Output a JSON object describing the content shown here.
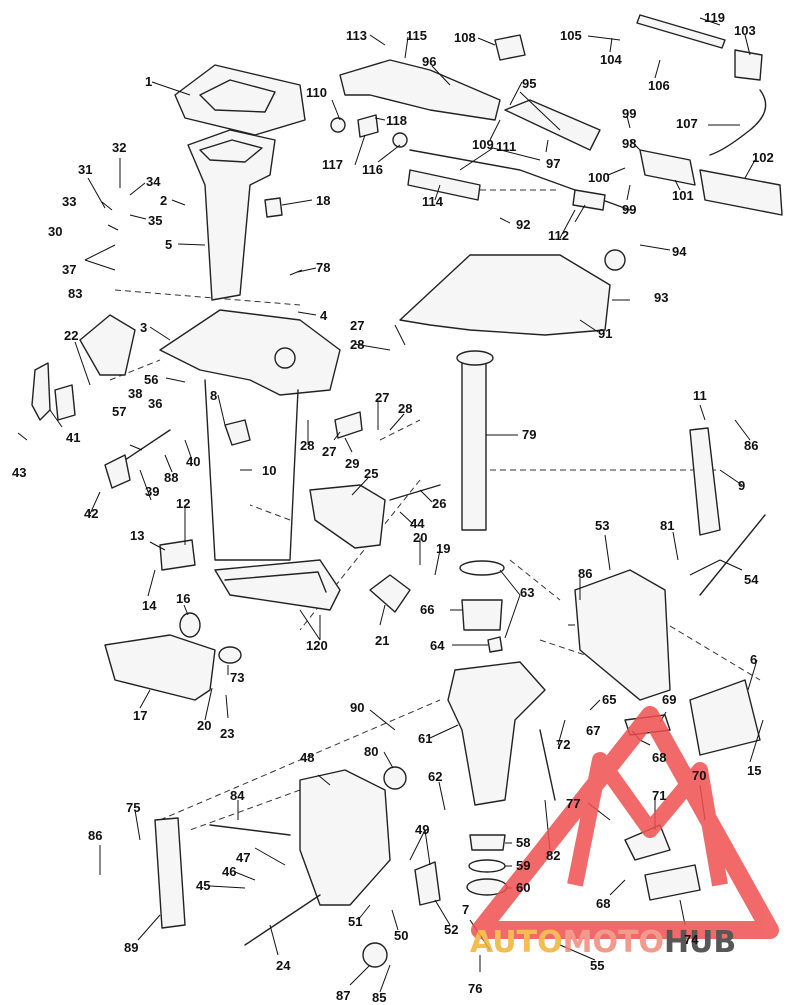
{
  "callouts": [
    {
      "id": "1"
    },
    {
      "id": "2"
    },
    {
      "id": "3"
    },
    {
      "id": "4"
    },
    {
      "id": "5"
    },
    {
      "id": "6"
    },
    {
      "id": "7"
    },
    {
      "id": "8"
    },
    {
      "id": "9"
    },
    {
      "id": "10"
    },
    {
      "id": "11"
    },
    {
      "id": "12"
    },
    {
      "id": "13"
    },
    {
      "id": "14"
    },
    {
      "id": "15"
    },
    {
      "id": "16"
    },
    {
      "id": "17"
    },
    {
      "id": "18"
    },
    {
      "id": "19"
    },
    {
      "id": "20a",
      "label": "20"
    },
    {
      "id": "20b",
      "label": "20"
    },
    {
      "id": "21"
    },
    {
      "id": "22"
    },
    {
      "id": "23"
    },
    {
      "id": "24"
    },
    {
      "id": "25"
    },
    {
      "id": "26"
    },
    {
      "id": "27a",
      "label": "27"
    },
    {
      "id": "27b",
      "label": "27"
    },
    {
      "id": "27c",
      "label": "27"
    },
    {
      "id": "28a",
      "label": "28"
    },
    {
      "id": "28b",
      "label": "28"
    },
    {
      "id": "28c",
      "label": "28"
    },
    {
      "id": "29"
    },
    {
      "id": "30"
    },
    {
      "id": "31"
    },
    {
      "id": "32"
    },
    {
      "id": "33"
    },
    {
      "id": "34"
    },
    {
      "id": "35"
    },
    {
      "id": "36"
    },
    {
      "id": "37"
    },
    {
      "id": "38"
    },
    {
      "id": "39"
    },
    {
      "id": "40"
    },
    {
      "id": "41"
    },
    {
      "id": "42"
    },
    {
      "id": "43"
    },
    {
      "id": "44"
    },
    {
      "id": "45"
    },
    {
      "id": "46"
    },
    {
      "id": "47"
    },
    {
      "id": "48"
    },
    {
      "id": "49"
    },
    {
      "id": "50"
    },
    {
      "id": "51"
    },
    {
      "id": "52"
    },
    {
      "id": "53"
    },
    {
      "id": "54"
    },
    {
      "id": "55"
    },
    {
      "id": "56"
    },
    {
      "id": "57"
    },
    {
      "id": "58"
    },
    {
      "id": "59"
    },
    {
      "id": "60"
    },
    {
      "id": "61"
    },
    {
      "id": "62"
    },
    {
      "id": "63"
    },
    {
      "id": "64"
    },
    {
      "id": "65"
    },
    {
      "id": "66"
    },
    {
      "id": "67"
    },
    {
      "id": "68a",
      "label": "68"
    },
    {
      "id": "68b",
      "label": "68"
    },
    {
      "id": "69"
    },
    {
      "id": "70"
    },
    {
      "id": "71"
    },
    {
      "id": "72"
    },
    {
      "id": "73"
    },
    {
      "id": "74"
    },
    {
      "id": "75"
    },
    {
      "id": "76"
    },
    {
      "id": "77"
    },
    {
      "id": "78"
    },
    {
      "id": "79"
    },
    {
      "id": "80"
    },
    {
      "id": "81"
    },
    {
      "id": "82"
    },
    {
      "id": "83"
    },
    {
      "id": "84"
    },
    {
      "id": "85"
    },
    {
      "id": "86a",
      "label": "86"
    },
    {
      "id": "86b",
      "label": "86"
    },
    {
      "id": "86c",
      "label": "86"
    },
    {
      "id": "87"
    },
    {
      "id": "88"
    },
    {
      "id": "89"
    },
    {
      "id": "90"
    },
    {
      "id": "91"
    },
    {
      "id": "92"
    },
    {
      "id": "93"
    },
    {
      "id": "94"
    },
    {
      "id": "95"
    },
    {
      "id": "96"
    },
    {
      "id": "97"
    },
    {
      "id": "98"
    },
    {
      "id": "99a",
      "label": "99"
    },
    {
      "id": "99b",
      "label": "99"
    },
    {
      "id": "100"
    },
    {
      "id": "101"
    },
    {
      "id": "102"
    },
    {
      "id": "103"
    },
    {
      "id": "104"
    },
    {
      "id": "105"
    },
    {
      "id": "106"
    },
    {
      "id": "107"
    },
    {
      "id": "108"
    },
    {
      "id": "109"
    },
    {
      "id": "110"
    },
    {
      "id": "111"
    },
    {
      "id": "112"
    },
    {
      "id": "113"
    },
    {
      "id": "114"
    },
    {
      "id": "115"
    },
    {
      "id": "116"
    },
    {
      "id": "117"
    },
    {
      "id": "118"
    },
    {
      "id": "119"
    },
    {
      "id": "120"
    }
  ],
  "watermark": {
    "brand_part1": "AUTO",
    "brand_part2": "MOTO",
    "brand_part3": "HUB",
    "color_part1": "#f2b233",
    "color_part2": "#f08a7a",
    "color_part3": "#3a3a3a",
    "triangle_color": "#f05050"
  }
}
